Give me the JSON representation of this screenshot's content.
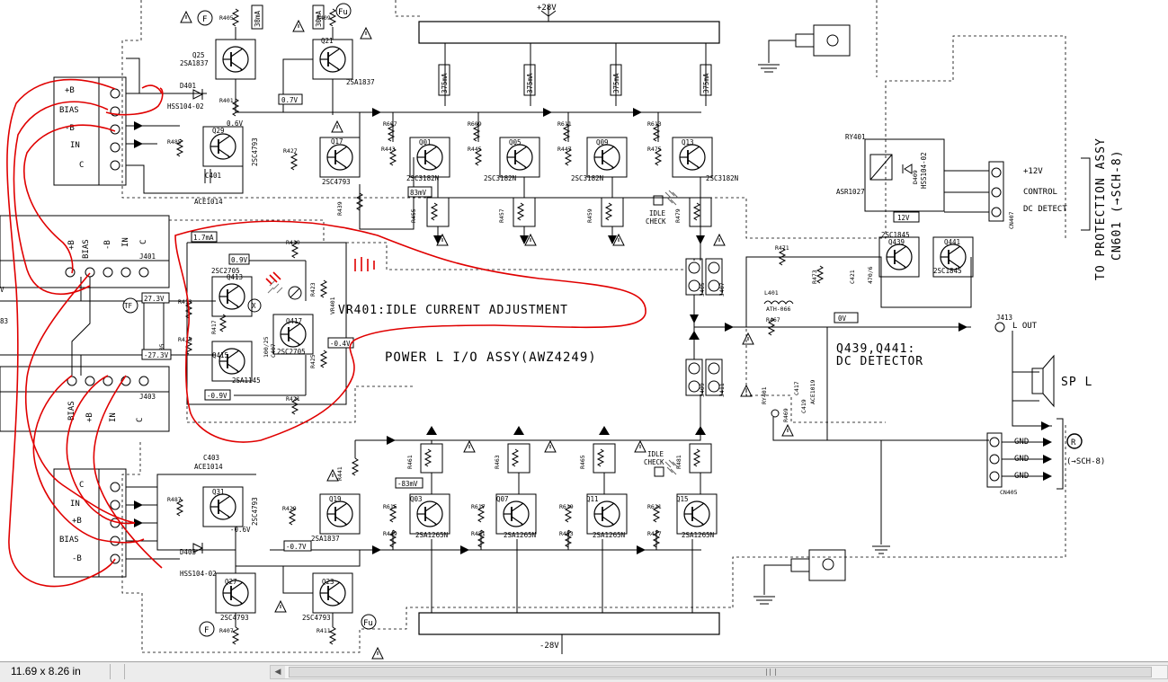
{
  "status": {
    "page_size": "11.69 x 8.26 in"
  },
  "schematic": {
    "power_pos": "+28V",
    "power_neg": "-28V",
    "title": "POWER L I/O ASSY(AWZ4249)",
    "vr_note": "VR401:IDLE CURRENT ADJUSTMENT",
    "dc_detector": [
      "Q439,Q441:",
      "DC DETECTOR"
    ],
    "protection": [
      "TO PROTECTION ASSY",
      "CN601 (→SCH-8)"
    ],
    "connectors": {
      "cn407": [
        "+12V",
        "CONTROL",
        "DC DETECT"
      ],
      "cn407_id": "CN407",
      "cn405": [
        "GND",
        "GND",
        "GND"
      ],
      "cn405_id": "CN405",
      "sch8_ref": "(→SCH-8)",
      "r_mark": "R",
      "j401": "J401",
      "j403": "J403",
      "j413": "J413",
      "out": "L OUT",
      "spk": "SP L"
    },
    "left_labels_top": [
      "+B",
      "BIAS",
      "-B",
      "IN",
      "C"
    ],
    "left_labels_bottom": [
      "C",
      "IN",
      "+B",
      "BIAS",
      "-B"
    ],
    "mid_labels_top": [
      "+B",
      "BIAS",
      "-B",
      "IN",
      "C"
    ],
    "mid_labels_bottom": [
      "BIAS",
      "+B",
      "IN",
      "C"
    ],
    "transistors": {
      "q25": [
        "Q25",
        "2SA1837"
      ],
      "q21": [
        "Q21",
        "2SA1837"
      ],
      "q29": [
        "Q29",
        "2SC4793"
      ],
      "q17": [
        "Q17",
        "2SC4793"
      ],
      "q01": [
        "Q01",
        "2SC3182N"
      ],
      "q05": [
        "Q05",
        "2SC3182N"
      ],
      "q09": [
        "Q09",
        "2SC3182N"
      ],
      "q13": [
        "Q13",
        "2SC3182N"
      ],
      "q413": [
        "Q413",
        "2SC2705"
      ],
      "q417": [
        "Q417",
        "2SC2705"
      ],
      "q415": [
        "Q415",
        "2SA1145"
      ],
      "q31": [
        "Q31",
        "2SC4793"
      ],
      "q19": [
        "Q19",
        "2SA1837"
      ],
      "q03": [
        "Q03",
        "2SA1265N"
      ],
      "q07": [
        "Q07",
        "2SA1265N"
      ],
      "q11": [
        "Q11",
        "2SA1265N"
      ],
      "q15": [
        "Q15",
        "2SA1265N"
      ],
      "q27": [
        "Q27",
        "2SC4793"
      ],
      "q23": [
        "Q23",
        "2SC4793"
      ],
      "q439": [
        "Q439",
        "2SC1845"
      ],
      "q441": [
        "Q441",
        "2SC1845"
      ]
    },
    "diodes": {
      "d401": [
        "D401",
        "HSS104-02"
      ],
      "d403": [
        "D403",
        "HSS104-02"
      ],
      "d409": [
        "D409",
        "HSS104-02"
      ]
    },
    "caps": {
      "c401": [
        "C401",
        "ACE1014"
      ],
      "c403": [
        "C403",
        "ACE1014"
      ],
      "c405": "C405",
      "c407": [
        "C407",
        "100/25"
      ],
      "c421": [
        "C421",
        "470/6"
      ]
    },
    "relay": [
      "RY401",
      "ASR1027"
    ],
    "coil": [
      "L401",
      "ATH-066"
    ],
    "vr": "VR401",
    "voltages": {
      "v07": "0.7V",
      "v06": "0.6V",
      "v09": "0.9V",
      "v273": "27.3V",
      "v273n": "-27.3V",
      "v04n": "-0.4V",
      "v09n": "-0.9V",
      "v06n": "-0.6V",
      "v07n": "-0.7V",
      "v83": "83mV",
      "v83n": "-83mV",
      "v0": "0V",
      "v12": "12V",
      "i17": "1.7mA",
      "txf": "TF"
    },
    "currents": {
      "i38": "38mA",
      "i30": "30mA",
      "i375": "375mA"
    },
    "idle": [
      "IDLE",
      "CHECK"
    ],
    "res_top": [
      "R405",
      "R409",
      "R401",
      "R485",
      "R427",
      "R439",
      "R607",
      "R443",
      "R609",
      "R445",
      "R611",
      "R447",
      "R613",
      "R475"
    ],
    "res_emit_top": [
      "R455",
      "R457",
      "R459",
      "R479"
    ],
    "res_mid": [
      "R419",
      "R413",
      "R415",
      "R417",
      "R423",
      "R425",
      "R421"
    ],
    "res_bot": [
      "R487",
      "R441",
      "R429",
      "R615",
      "R449",
      "R617",
      "R451",
      "R619",
      "R453",
      "R621",
      "R477",
      "R407",
      "R411"
    ],
    "res_emit_bot": [
      "R461",
      "R463",
      "R465",
      "R481"
    ],
    "res_right": [
      "R471",
      "R473",
      "R467",
      "R469",
      "C417",
      "C419",
      "ACE1019"
    ],
    "jumpers": [
      "J405",
      "J407",
      "J409",
      "J411"
    ],
    "fuse": [
      "F",
      "Fu"
    ]
  }
}
